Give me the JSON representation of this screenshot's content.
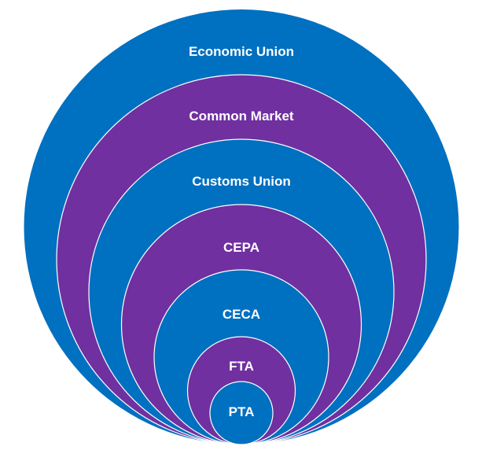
{
  "diagram": {
    "title": "",
    "colors": {
      "blue": "#0070C0",
      "purple": "#7030A0",
      "border": "#ffffff",
      "text": "#ffffff"
    },
    "levels": [
      {
        "label": "Economic Union",
        "color": "blue"
      },
      {
        "label": "Common Market",
        "color": "purple"
      },
      {
        "label": "Customs Union",
        "color": "blue"
      },
      {
        "label": "CEPA",
        "color": "purple"
      },
      {
        "label": "CECA",
        "color": "blue"
      },
      {
        "label": "FTA",
        "color": "purple"
      },
      {
        "label": "PTA",
        "color": "blue"
      }
    ]
  }
}
